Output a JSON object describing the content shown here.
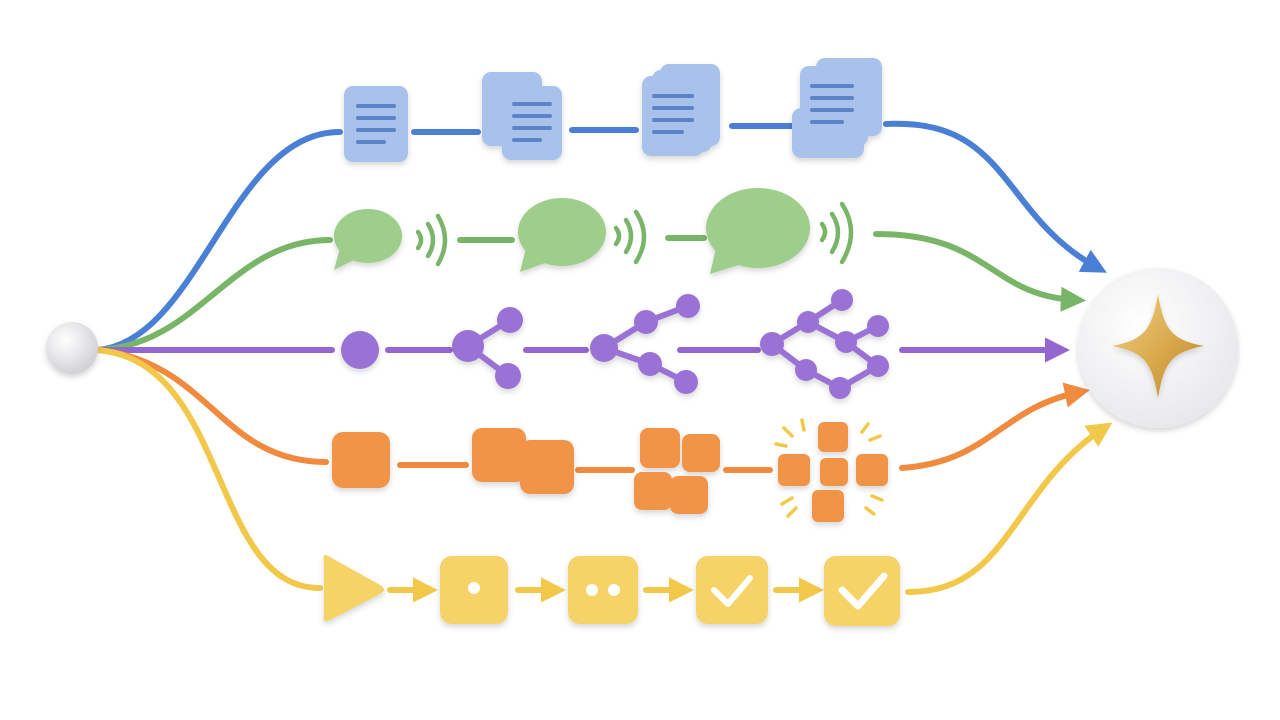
{
  "colors": {
    "background": "#ffffff",
    "source": "#e9e9ec",
    "hub": "#f4f4f6",
    "star": "#d9a84a",
    "blue": "#4a7fd6",
    "blue_fill": "#a9c2ec",
    "blue_line": "#5b82c8",
    "green": "#79b567",
    "green_fill": "#9fcd8c",
    "purple": "#9466cf",
    "purple_fill": "#9a72d6",
    "orange": "#ef8a3f",
    "orange_fill": "#f29447",
    "yellow": "#f2c84a",
    "yellow_fill": "#f6d366",
    "yellow_mark": "#ffffff"
  },
  "nodes": {
    "source": {
      "icon": "sphere-icon"
    },
    "hub": {
      "icon": "four-point-star-icon"
    }
  },
  "lanes": [
    {
      "key": "documents",
      "color_key": "blue",
      "stages": [
        {
          "icon": "document-icon",
          "count": 1
        },
        {
          "icon": "document-stack-icon",
          "count": 2
        },
        {
          "icon": "document-stack-icon",
          "count": 3
        },
        {
          "icon": "document-stack-icon",
          "count": 4
        }
      ]
    },
    {
      "key": "speech",
      "color_key": "green",
      "stages": [
        {
          "icon": "speech-bubble-icon",
          "level": 1
        },
        {
          "icon": "speech-bubble-icon",
          "level": 2
        },
        {
          "icon": "speech-bubble-icon",
          "level": 3
        }
      ]
    },
    {
      "key": "graph",
      "color_key": "purple",
      "stages": [
        {
          "icon": "node-icon",
          "nodes": 1
        },
        {
          "icon": "branch-icon",
          "nodes": 3
        },
        {
          "icon": "branch-icon",
          "nodes": 5
        },
        {
          "icon": "network-icon",
          "nodes": 8
        }
      ]
    },
    {
      "key": "blocks",
      "color_key": "orange",
      "stages": [
        {
          "icon": "block-icon",
          "count": 1
        },
        {
          "icon": "block-pair-icon",
          "count": 2
        },
        {
          "icon": "block-grid-icon",
          "count": 4
        },
        {
          "icon": "block-burst-icon",
          "count": 5
        }
      ]
    },
    {
      "key": "steps",
      "color_key": "yellow",
      "stages": [
        {
          "icon": "play-icon"
        },
        {
          "icon": "dot-tile-icon",
          "dots": 1
        },
        {
          "icon": "dot-tile-icon",
          "dots": 2
        },
        {
          "icon": "check-tile-icon"
        },
        {
          "icon": "check-tile-icon"
        }
      ]
    }
  ]
}
